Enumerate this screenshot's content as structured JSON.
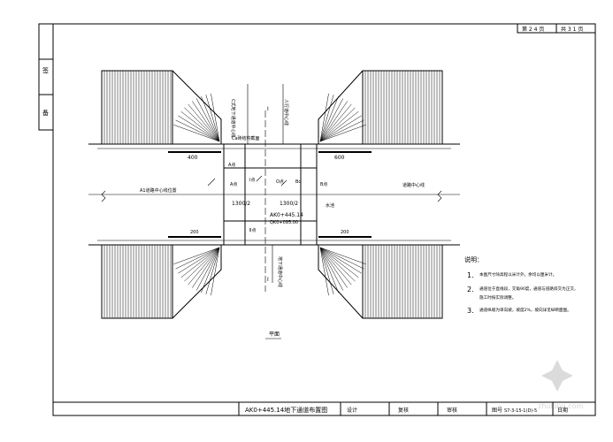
{
  "sheet_header": {
    "page_cell_1": "第 2 4 页",
    "page_cell_2": "共 3 1 页"
  },
  "side_strip": {
    "label_top": "签",
    "label_bottom": "备"
  },
  "plan": {
    "label_left_upper": "C式地下通道中心线",
    "label_right_upper": "人行道中心线",
    "label_center_top": "Ⅰ",
    "label_center_bottom": "Ⅰ",
    "label_center_note": "Ca砖结构截面",
    "dim_left": "400",
    "dim_right": "600",
    "label_ab": "A点",
    "label_ab_right": "B点",
    "label_road_left": "A1道路中心线位置",
    "label_road_right": "道路中心线",
    "dim_center_left": "1300/2",
    "dim_center_right": "1300/2",
    "label_station": "AK0+445.14",
    "label_station_sub": "QK0+095.00",
    "label_mid_a": "A点",
    "label_mid_b": "O点",
    "label_mid_c": "Bc",
    "label_mid_d": "水池",
    "label_inner_1": "Ⅰ点",
    "label_inner_2": "Ⅱ点",
    "label_dim_lower_left": "200",
    "label_dim_lower_right": "200",
    "label_vertical_note": "地下通道中心线",
    "plan_caption": "平面"
  },
  "notes": {
    "heading": "说明：",
    "items": [
      {
        "num": "1.",
        "text": "本图尺寸除高程以米计外，余均以厘米计。"
      },
      {
        "num": "2.",
        "text": "通道位于直线段，交角90度，通道与道路斜交为正交，"
      },
      {
        "num": "",
        "text": "施工时按实际调整。"
      },
      {
        "num": "3.",
        "text": "通道纵坡为单向坡，坡度2%，坡向详见纵断面图。"
      }
    ]
  },
  "title_block": {
    "drawing_title": "AK0+445.14地下通道布置图",
    "design_label": "设计",
    "check_label": "复核",
    "review_label": "审核",
    "drawing_no_label": "图号",
    "drawing_no": "S7-3-15-1(D)-5",
    "date_label": "日期"
  },
  "watermark": {
    "text": "zhulong.com"
  }
}
